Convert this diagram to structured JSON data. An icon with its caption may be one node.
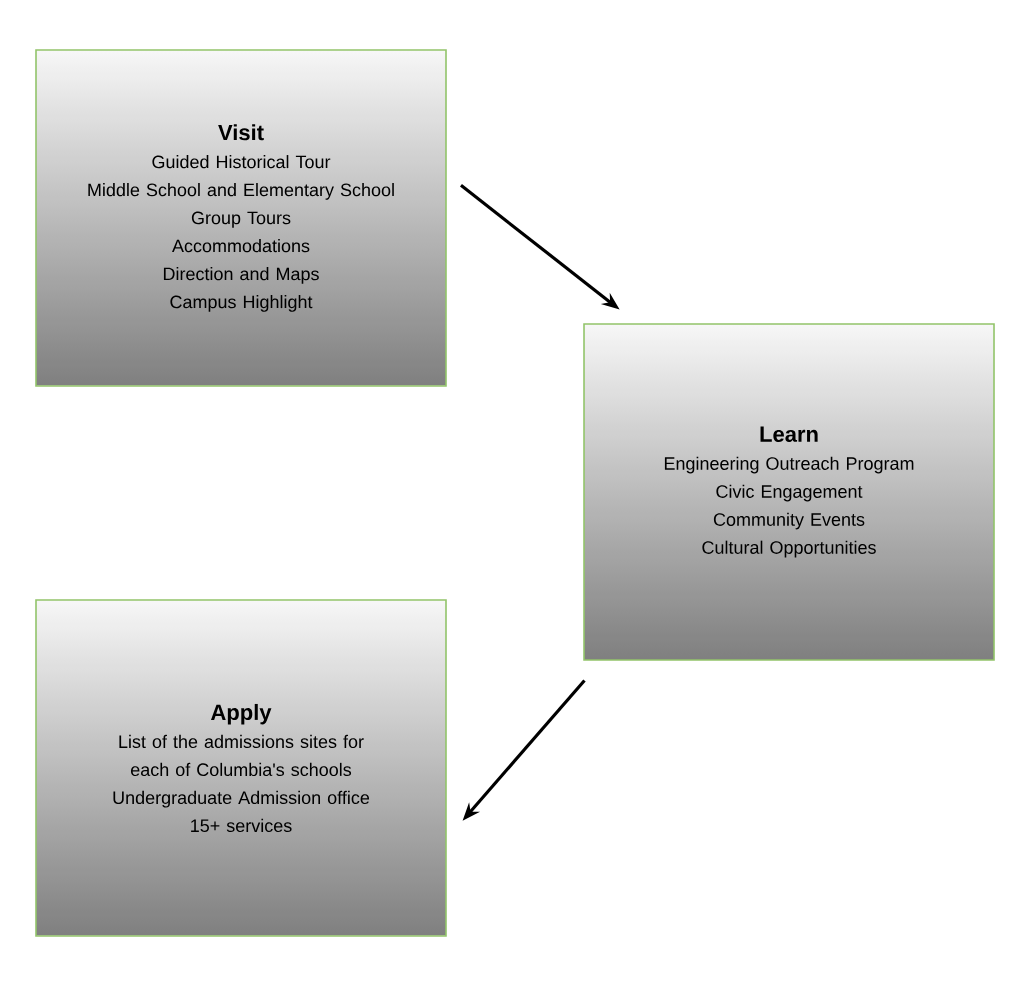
{
  "diagram": {
    "nodes": [
      {
        "text": [
          "Visit",
          "Guided Historical Tour",
          "Middle School and Elementary School",
          "Group Tours",
          "Accommodations",
          "Direction and Maps",
          "Campus Highlight"
        ]
      },
      {
        "text": [
          "Learn",
          "Engineering Outreach Program",
          "Civic Engagement",
          "Community Events",
          "Cultural Opportunities"
        ]
      },
      {
        "text": [
          "Apply",
          "List of the admissions sites for each of Columbia's schools",
          "Undergraduate Admission office",
          "15+ services"
        ]
      }
    ],
    "edges": [
      {
        "from": 0,
        "to": 1,
        "arrow": "to"
      },
      {
        "from": 1,
        "to": 2,
        "arrow": "to"
      }
    ]
  }
}
